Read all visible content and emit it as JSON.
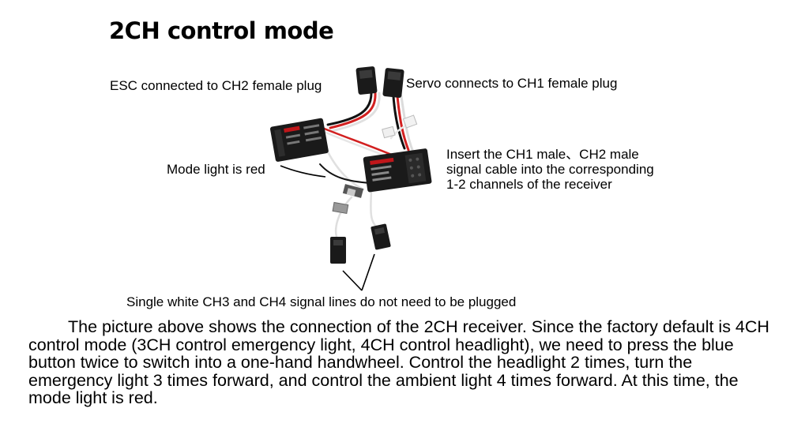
{
  "title": "2CH control mode",
  "labels": {
    "esc": "ESC connected to CH2 female plug",
    "servo": "Servo connects to CH1 female plug",
    "insert_line1": "Insert the CH1 male、CH2 male",
    "insert_line2": "signal cable into the corresponding",
    "insert_line3": "1-2 channels of the receiver",
    "mode_light": "Mode light is red",
    "single_white": "Single white CH3 and CH4 signal lines do not need to be plugged"
  },
  "paragraph": "The picture above shows the connection of the 2CH receiver. Since the factory default is 4CH control mode (3CH control emergency light, 4CH control headlight), we need to press the blue button twice to switch into a one-hand handwheel. Control the headlight 2 times, turn the emergency light 3 times forward, and control the ambient light 4 times forward. At this time, the mode light is red.",
  "colors": {
    "module_body": "#1a1a1a",
    "wire_black": "#111111",
    "wire_red": "#d22020",
    "wire_white": "#e8e8e8",
    "label_red": "#c0161a"
  }
}
